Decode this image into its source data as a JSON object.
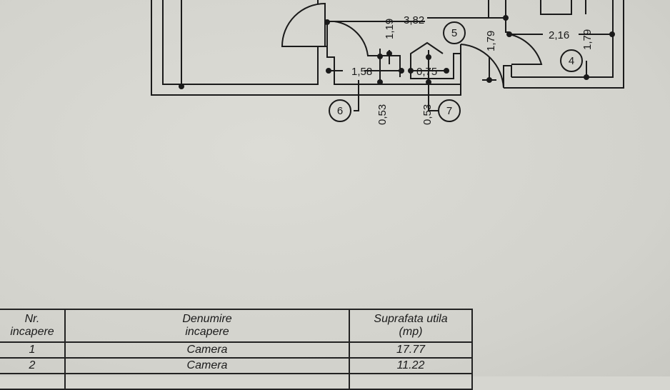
{
  "plan": {
    "dimensions": [
      "3,82",
      "1,19",
      "1,58",
      "0,75",
      "1,79",
      "2,16",
      "1,79",
      "0,53",
      "0,53"
    ],
    "room_tags": [
      "4",
      "5",
      "6",
      "7"
    ]
  },
  "table": {
    "headers": [
      [
        "Nr.",
        "incapere"
      ],
      [
        "Denumire",
        "incapere"
      ],
      [
        "Suprafata utila",
        "(mp)"
      ]
    ],
    "rows": [
      {
        "nr": "1",
        "name": "Camera",
        "area": "17.77"
      },
      {
        "nr": "2",
        "name": "Camera",
        "area": "11.22"
      }
    ]
  }
}
